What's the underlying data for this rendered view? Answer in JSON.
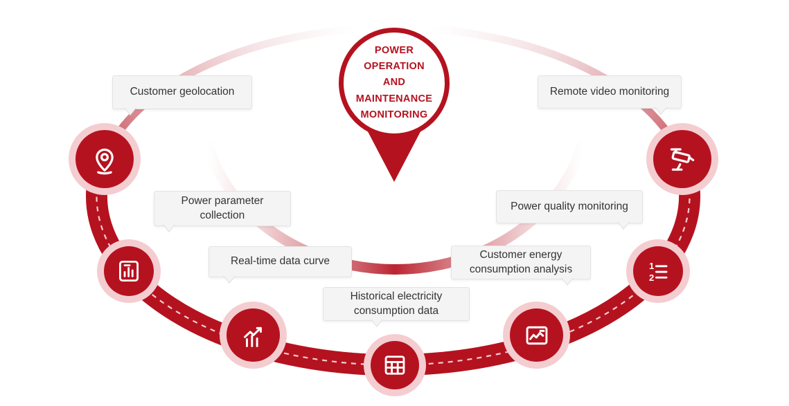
{
  "center": {
    "title": "POWER OPERATION\nAND MAINTENANCE\nMONITORING"
  },
  "labels": [
    {
      "text": "Customer geolocation"
    },
    {
      "text": "Power parameter\ncollection"
    },
    {
      "text": "Real-time data curve"
    },
    {
      "text": "Historical electricity\nconsumption data"
    },
    {
      "text": "Customer energy\nconsumption analysis"
    },
    {
      "text": "Power quality monitoring"
    },
    {
      "text": "Remote video monitoring"
    }
  ],
  "nodes": [
    {
      "icon": "map-pin-icon"
    },
    {
      "icon": "chart-document-icon"
    },
    {
      "icon": "growth-chart-icon"
    },
    {
      "icon": "table-grid-icon"
    },
    {
      "icon": "waveform-chart-icon"
    },
    {
      "icon": "numbered-list-icon"
    },
    {
      "icon": "cctv-camera-icon"
    }
  ],
  "colors": {
    "primary_red": "#b5121f",
    "halo_pink": "#f4cdd1",
    "label_bg": "#f4f4f4",
    "label_border": "#e3e3e3",
    "label_text": "#333333",
    "background": "#ffffff"
  }
}
